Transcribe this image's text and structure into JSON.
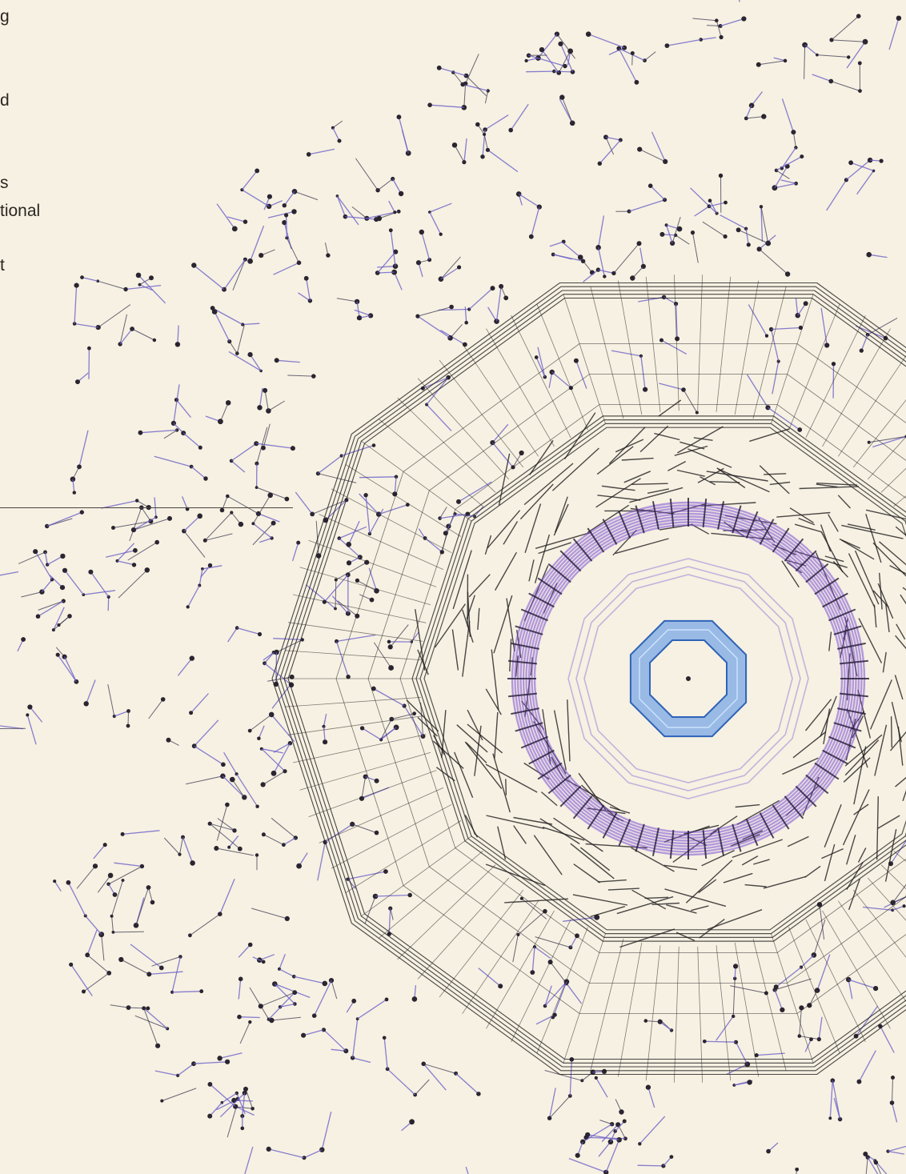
{
  "text_fragments": [
    "g",
    "d",
    "s",
    "tional",
    "t"
  ],
  "palette": {
    "background": "#f6f1e2",
    "node": "#2a2530",
    "outer_edge": "#6b5fc9",
    "structure_line": "#1f1c1e",
    "inner_ring": "#7b4fd6",
    "core": "#4d8de8"
  },
  "diagram": {
    "type": "radial-network",
    "layers": [
      "outer-network",
      "outer-decagon-mesh",
      "middle-decagon",
      "purple-ring",
      "inner-octagon-core"
    ]
  }
}
